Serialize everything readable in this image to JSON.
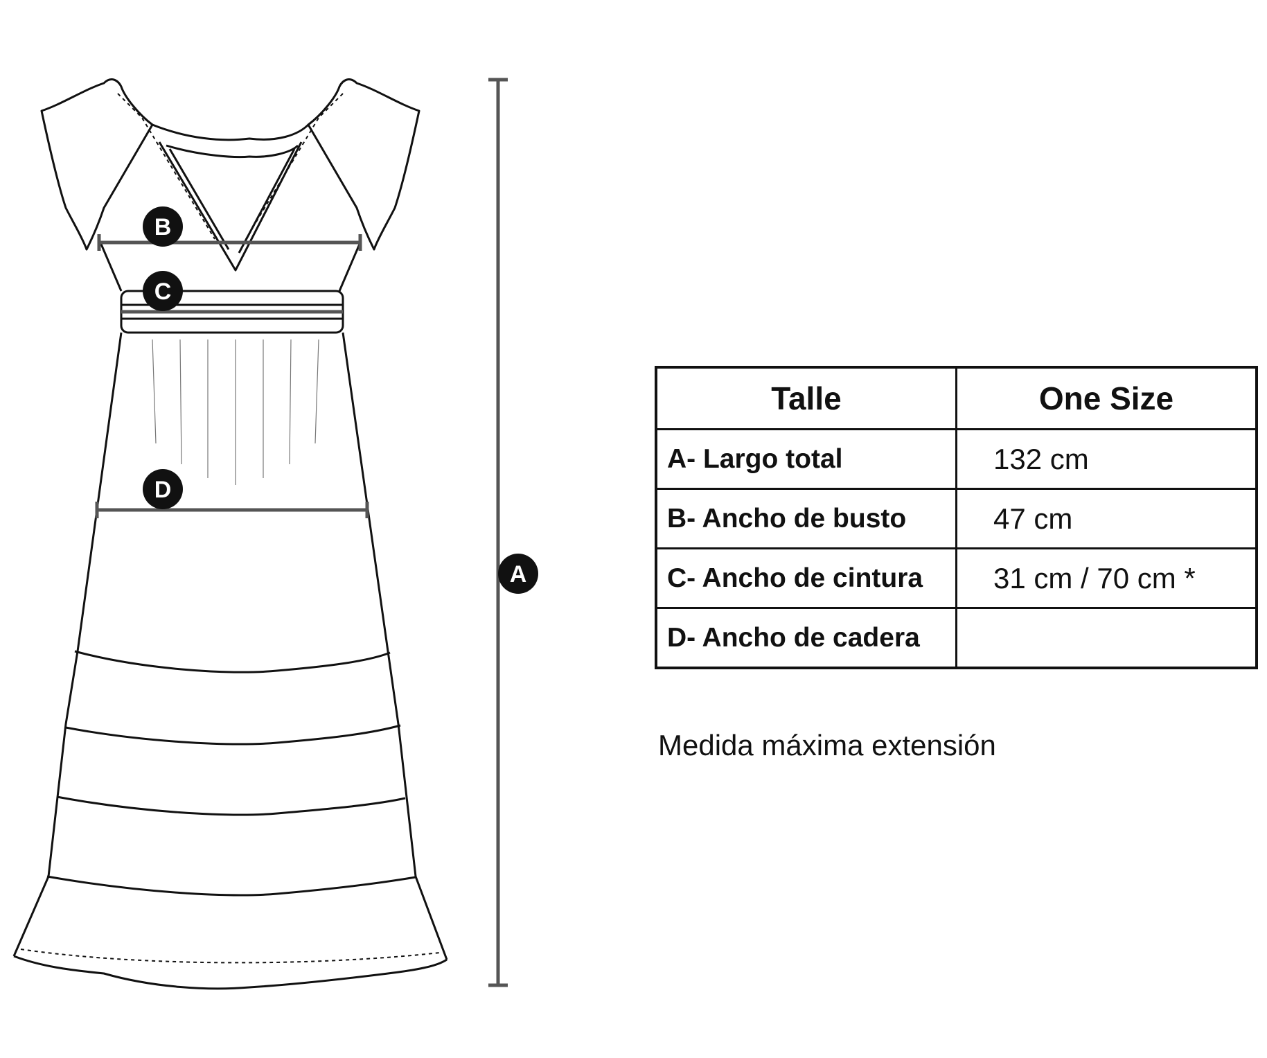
{
  "markers": {
    "a": "A",
    "b": "B",
    "c": "C",
    "d": "D"
  },
  "table": {
    "header": [
      "Talle",
      "One Size"
    ],
    "rows": [
      {
        "label": "A- Largo total",
        "value": "132 cm"
      },
      {
        "label": "B- Ancho de busto",
        "value": "47 cm"
      },
      {
        "label": "C- Ancho de cintura",
        "value": "31 cm / 70 cm *"
      },
      {
        "label": "D- Ancho de cadera",
        "value": ""
      }
    ]
  },
  "footnote": "Medida máxima extensión",
  "colors": {
    "line": "#111111",
    "measure": "#555555",
    "marker": "#111111"
  }
}
